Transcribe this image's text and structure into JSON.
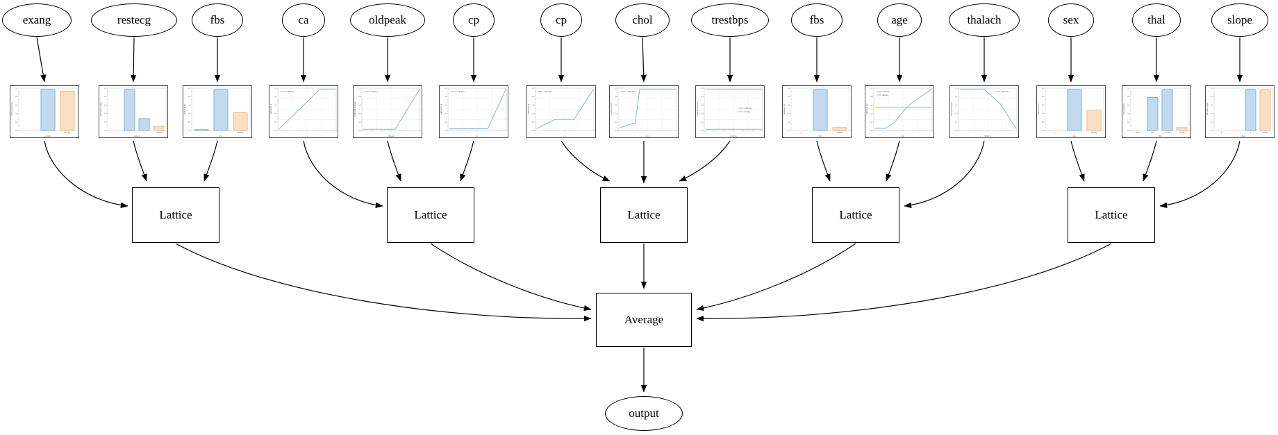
{
  "diagram": {
    "lattice_label": "Lattice",
    "average_label": "Average",
    "output_label": "output",
    "legend_labels": {
      "calibrated": "calibrated",
      "missing": "missing"
    },
    "yticks": [
      "1.0",
      "0.8",
      "0.6",
      "0.4",
      "0.2",
      "0.0"
    ],
    "features": [
      {
        "label": "exang",
        "chart": {
          "type": "bar",
          "xlabel": "exang",
          "ylabel": "calibrated exang",
          "categories": [
            "0",
            "1",
            "Missing"
          ],
          "values": [
            0,
            0.97,
            0.93
          ],
          "colors": [
            "blue",
            "blue",
            "orange"
          ]
        }
      },
      {
        "label": "restecg",
        "chart": {
          "type": "bar",
          "xlabel": "restecg",
          "ylabel": "calibrated restecg",
          "categories": [
            "0",
            "1",
            "2",
            "Missing"
          ],
          "values": [
            0,
            0.97,
            0.28,
            0.1
          ],
          "colors": [
            "blue",
            "blue",
            "blue",
            "orange"
          ]
        }
      },
      {
        "label": "fbs",
        "chart": {
          "type": "bar",
          "xlabel": "fbs",
          "ylabel": "calibrated fbs",
          "categories": [
            "0",
            "1",
            "Missing"
          ],
          "values": [
            0.02,
            0.97,
            0.42
          ],
          "colors": [
            "blue",
            "blue",
            "orange"
          ]
        }
      },
      {
        "label": "ca",
        "chart": {
          "type": "line",
          "xlabel": "ca",
          "ylabel": "calibrated ca",
          "legend": [
            "calibrated"
          ],
          "legend_pos": "tl",
          "series": [
            {
              "name": "calibrated",
              "color": "blue",
              "points": [
                [
                  0.02,
                  0.03
                ],
                [
                  0.72,
                  0.97
                ],
                [
                  0.99,
                  0.97
                ]
              ]
            }
          ]
        }
      },
      {
        "label": "oldpeak",
        "chart": {
          "type": "line",
          "xlabel": "oldpeak",
          "ylabel": "calibrated oldpeak",
          "legend": [
            "calibrated"
          ],
          "legend_pos": "tl",
          "series": [
            {
              "name": "calibrated",
              "color": "blue",
              "points": [
                [
                  0.02,
                  0.03
                ],
                [
                  0.57,
                  0.03
                ],
                [
                  0.99,
                  0.97
                ]
              ]
            }
          ]
        }
      },
      {
        "label": "cp",
        "chart": {
          "type": "line",
          "xlabel": "cp",
          "ylabel": "calibrated cp",
          "legend": [
            "calibrated"
          ],
          "legend_pos": "tl",
          "series": [
            {
              "name": "calibrated",
              "color": "blue",
              "points": [
                [
                  0.02,
                  0.04
                ],
                [
                  0.68,
                  0.04
                ],
                [
                  0.99,
                  0.97
                ]
              ]
            }
          ]
        }
      },
      {
        "label": "cp",
        "chart": {
          "type": "line",
          "xlabel": "cp",
          "ylabel": "calibrated cp",
          "legend": [
            "calibrated"
          ],
          "legend_pos": "tl",
          "series": [
            {
              "name": "calibrated",
              "color": "blue",
              "points": [
                [
                  0.02,
                  0.04
                ],
                [
                  0.33,
                  0.26
                ],
                [
                  0.66,
                  0.26
                ],
                [
                  0.99,
                  0.97
                ]
              ]
            }
          ]
        }
      },
      {
        "label": "chol",
        "chart": {
          "type": "line",
          "xlabel": "chol",
          "ylabel": "calibrated chol",
          "legend": [
            "calibrated"
          ],
          "legend_pos": "tl",
          "series": [
            {
              "name": "calibrated",
              "color": "blue",
              "points": [
                [
                  0.02,
                  0.06
                ],
                [
                  0.29,
                  0.18
                ],
                [
                  0.37,
                  0.97
                ],
                [
                  0.99,
                  0.97
                ]
              ]
            }
          ]
        }
      },
      {
        "label": "trestbps",
        "chart": {
          "type": "line",
          "xlabel": "trestbps",
          "ylabel": "calibrated trestbps",
          "legend": [
            "calibrated",
            "missing"
          ],
          "legend_pos": "mr",
          "series": [
            {
              "name": "calibrated",
              "color": "blue",
              "points": [
                [
                  0.02,
                  0.03
                ],
                [
                  0.99,
                  0.03
                ]
              ]
            },
            {
              "name": "missing",
              "color": "orange",
              "points": [
                [
                  0.02,
                  0.97
                ],
                [
                  0.99,
                  0.97
                ]
              ]
            }
          ]
        }
      },
      {
        "label": "fbs",
        "chart": {
          "type": "bar",
          "xlabel": "fbs",
          "ylabel": "calibrated fbs",
          "categories": [
            "0",
            "1",
            "Missing"
          ],
          "values": [
            0,
            0.97,
            0.07
          ],
          "colors": [
            "blue",
            "blue",
            "orange"
          ]
        }
      },
      {
        "label": "age",
        "chart": {
          "type": "line",
          "xlabel": "age",
          "ylabel": "calibrated age",
          "legend": [
            "calibrated",
            "missing"
          ],
          "legend_pos": "tl",
          "series": [
            {
              "name": "calibrated",
              "color": "blue",
              "points": [
                [
                  0.02,
                  0.05
                ],
                [
                  0.2,
                  0.05
                ],
                [
                  0.35,
                  0.18
                ],
                [
                  0.5,
                  0.45
                ],
                [
                  0.65,
                  0.65
                ],
                [
                  0.99,
                  0.97
                ]
              ]
            },
            {
              "name": "missing",
              "color": "orange",
              "points": [
                [
                  0.02,
                  0.55
                ],
                [
                  0.99,
                  0.55
                ]
              ]
            }
          ]
        }
      },
      {
        "label": "thalach",
        "chart": {
          "type": "line",
          "xlabel": "thalach",
          "ylabel": "calibrated thalach",
          "legend": [
            "calibrated"
          ],
          "legend_pos": "tr",
          "series": [
            {
              "name": "calibrated",
              "color": "blue",
              "points": [
                [
                  0.02,
                  0.97
                ],
                [
                  0.44,
                  0.97
                ],
                [
                  0.72,
                  0.62
                ],
                [
                  0.99,
                  0.04
                ]
              ]
            }
          ]
        }
      },
      {
        "label": "sex",
        "chart": {
          "type": "bar",
          "xlabel": "sex",
          "ylabel": "calibrated sex",
          "categories": [
            "0",
            "1",
            "Missing"
          ],
          "values": [
            0,
            0.97,
            0.48
          ],
          "colors": [
            "blue",
            "blue",
            "orange"
          ]
        }
      },
      {
        "label": "thal",
        "chart": {
          "type": "bar",
          "xlabel": "thal",
          "ylabel": "calibrated thal",
          "categories": [
            "normal",
            "fixed",
            "reversible",
            "missing"
          ],
          "values": [
            0,
            0.78,
            0.97,
            0.07
          ],
          "colors": [
            "blue",
            "blue",
            "blue",
            "orange"
          ]
        }
      },
      {
        "label": "slope",
        "chart": {
          "type": "bar",
          "xlabel": "slope",
          "ylabel": "calibrated slope",
          "categories": [
            "0",
            "1",
            "2",
            "Missing"
          ],
          "values": [
            0,
            0,
            0.97,
            0.97
          ],
          "colors": [
            "blue",
            "blue",
            "blue",
            "orange"
          ]
        }
      }
    ]
  },
  "colors": {
    "blue_line": "#85b8dd",
    "blue_fill": "#c3d9ed",
    "blue_edge": "#5a9bd1",
    "orange_line": "#f9a556",
    "orange_fill": "#fbdfc2",
    "orange_edge": "#f6a55f",
    "edge_stroke": "#000000",
    "chart_frame": "#4a4a4a",
    "plot_spine": "#cccccc",
    "grid": "#ebebeb",
    "tick_text": "#666666"
  }
}
